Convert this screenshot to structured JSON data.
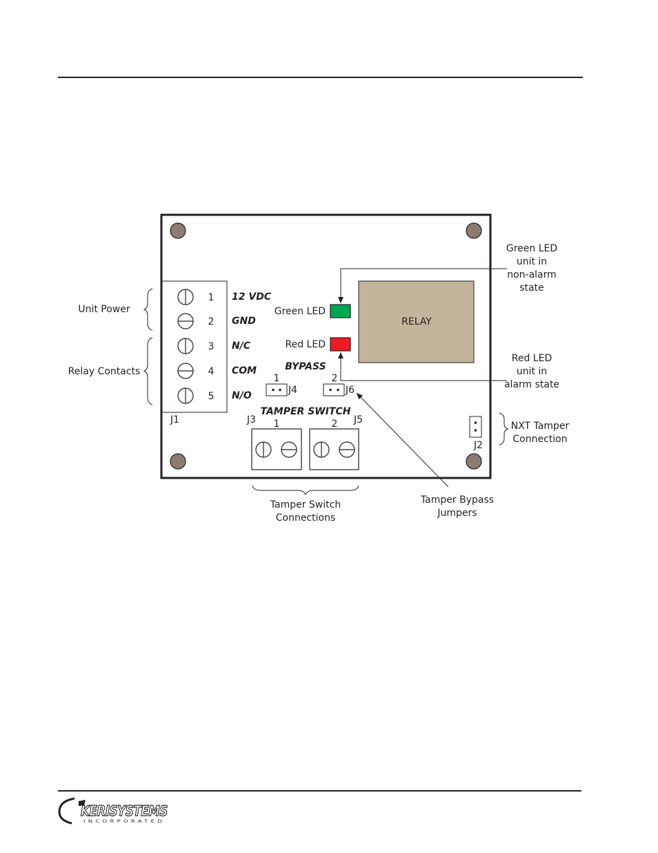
{
  "colors": {
    "green_led": "#00a651",
    "red_led": "#ed1c24",
    "relay": "#c2b59b",
    "mount_hole": "#8c7b70",
    "ink": "#231f20"
  },
  "board": {
    "relay_label": "RELAY",
    "green_led_label": "Green LED",
    "red_led_label": "Red LED",
    "bypass_label": "BYPASS",
    "tamper_switch_label": "TAMPER SWITCH",
    "j1": {
      "name": "J1",
      "terminals": [
        {
          "pin": "1",
          "label": "12 VDC"
        },
        {
          "pin": "2",
          "label": "GND"
        },
        {
          "pin": "3",
          "label": "N/C"
        },
        {
          "pin": "4",
          "label": "COM"
        },
        {
          "pin": "5",
          "label": "N/O"
        }
      ]
    },
    "j4": {
      "name": "J4",
      "pin": "1"
    },
    "j6": {
      "name": "J6",
      "pin": "2"
    },
    "j3": {
      "name": "J3",
      "pin": "1"
    },
    "j5": {
      "name": "J5",
      "pin": "2"
    },
    "j2": {
      "name": "J2"
    }
  },
  "callouts": {
    "unit_power": "Unit Power",
    "relay_contacts": "Relay Contacts",
    "green_led": [
      "Green LED",
      "unit in",
      "non-alarm",
      "state"
    ],
    "red_led": [
      "Red LED",
      "unit in",
      "alarm state"
    ],
    "nxt_tamper": [
      "NXT Tamper",
      "Connection"
    ],
    "tamper_switch": [
      "Tamper Switch",
      "Connections"
    ],
    "tamper_bypass": [
      "Tamper Bypass",
      "Jumpers"
    ]
  },
  "footer": {
    "logo_main": "KERISYSTEMS",
    "logo_sub": "INCORPORATED"
  }
}
